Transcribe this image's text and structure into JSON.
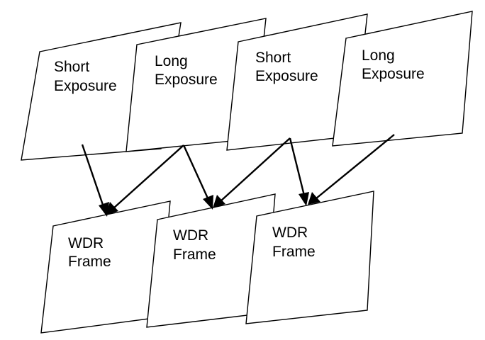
{
  "top_frames": [
    {
      "line1": "Short",
      "line2": "Exposure"
    },
    {
      "line1": "Long",
      "line2": "Exposure"
    },
    {
      "line1": "Short",
      "line2": "Exposure"
    },
    {
      "line1": "Long",
      "line2": "Exposure"
    }
  ],
  "bottom_frames": [
    {
      "line1": "WDR",
      "line2": "Frame"
    },
    {
      "line1": "WDR",
      "line2": "Frame"
    },
    {
      "line1": "WDR",
      "line2": "Frame"
    }
  ],
  "connections": [
    {
      "from": 0,
      "to": 0
    },
    {
      "from": 1,
      "to": 0
    },
    {
      "from": 1,
      "to": 1
    },
    {
      "from": 2,
      "to": 1
    },
    {
      "from": 2,
      "to": 2
    },
    {
      "from": 3,
      "to": 2
    }
  ],
  "colors": {
    "stroke": "#000000",
    "fill": "#ffffff"
  }
}
